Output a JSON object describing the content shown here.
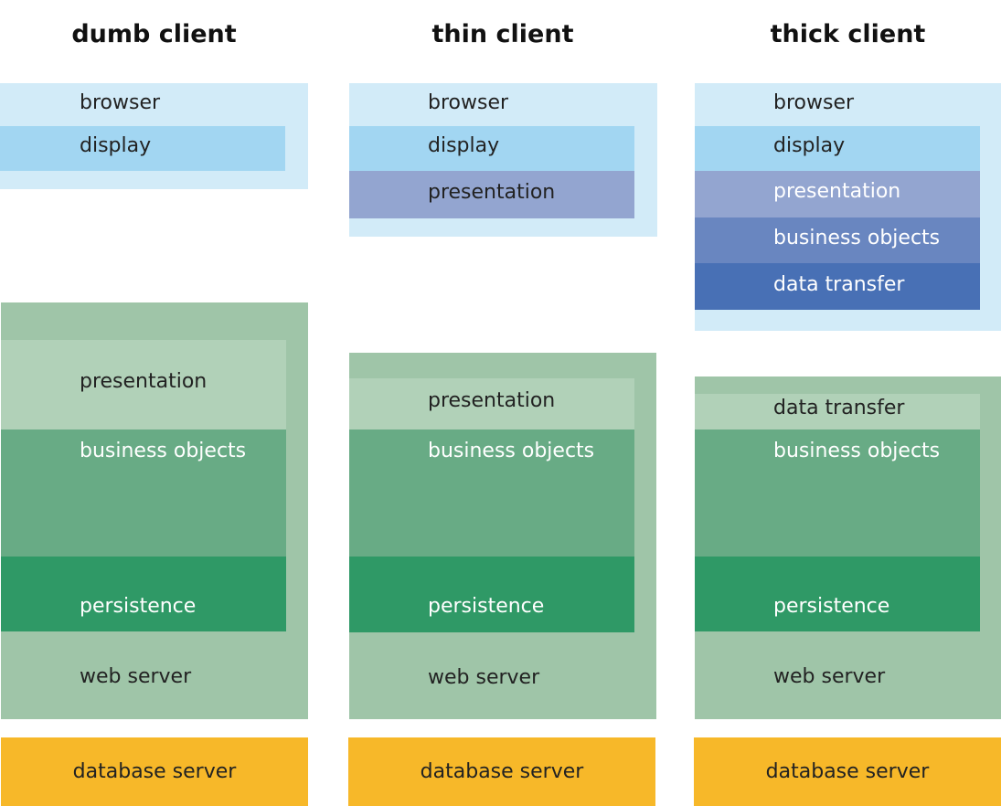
{
  "columns": {
    "dumb": {
      "title": "dumb client",
      "client": [
        "browser",
        "display"
      ],
      "server": [
        "presentation",
        "business objects",
        "persistence",
        "web server"
      ],
      "database": "database server"
    },
    "thin": {
      "title": "thin client",
      "client": [
        "browser",
        "display",
        "presentation"
      ],
      "server": [
        "presentation",
        "business objects",
        "persistence",
        "web server"
      ],
      "database": "database server"
    },
    "thick": {
      "title": "thick client",
      "client": [
        "browser",
        "display",
        "presentation",
        "business objects",
        "data transfer"
      ],
      "server": [
        "data transfer",
        "business objects",
        "persistence",
        "web server"
      ],
      "database": "database server"
    }
  },
  "colors": {
    "browser_bg": "#d2ebf8",
    "display": "#a2d6f2",
    "client_presentation": "#93a5d0",
    "client_business_objects": "#6986c0",
    "client_data_transfer": "#4870b5",
    "web_server_bg": "#9fc5a8",
    "server_top_layer": "#b1d1b8",
    "business_objects": "#68ab85",
    "persistence": "#2f9966",
    "database": "#f7b829"
  }
}
